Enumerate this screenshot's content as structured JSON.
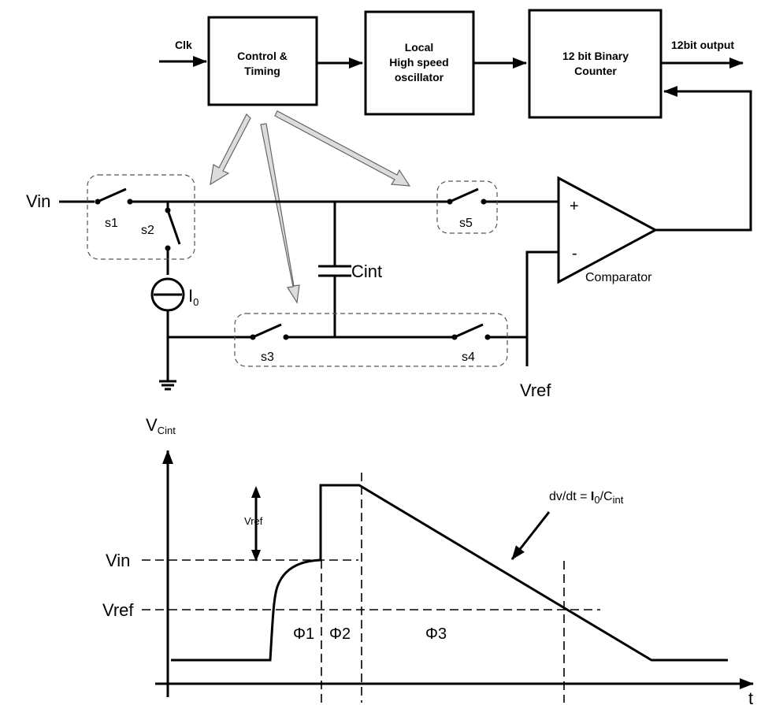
{
  "blocks": {
    "control_line1": "Control &",
    "control_line2": "Timing",
    "osc_line1": "Local",
    "osc_line2": "High speed",
    "osc_line3": "oscillator",
    "counter_line1": "12 bit Binary",
    "counter_line2": "Counter"
  },
  "signals": {
    "clk": "Clk",
    "output": "12bit output",
    "vin": "Vin",
    "vref": "Vref",
    "cint": "Cint",
    "i0_main": "I",
    "i0_sub": "0",
    "comparator": "Comparator",
    "plus": "+",
    "minus": "-"
  },
  "switches": [
    "s1",
    "s2",
    "s3",
    "s4",
    "s5"
  ],
  "waveform": {
    "ylabel_main": "V",
    "ylabel_sub": "Cint",
    "xlabel": "t",
    "vin_label": "Vin",
    "vref_label": "Vref",
    "vref_arrow_label": "Vref",
    "phases": [
      "Φ1",
      "Φ2",
      "Φ3"
    ],
    "slope_pre": "dv/dt = ",
    "slope_i": "I",
    "slope_i_sub": "0",
    "slope_slash": "/C",
    "slope_c_sub": "int"
  }
}
